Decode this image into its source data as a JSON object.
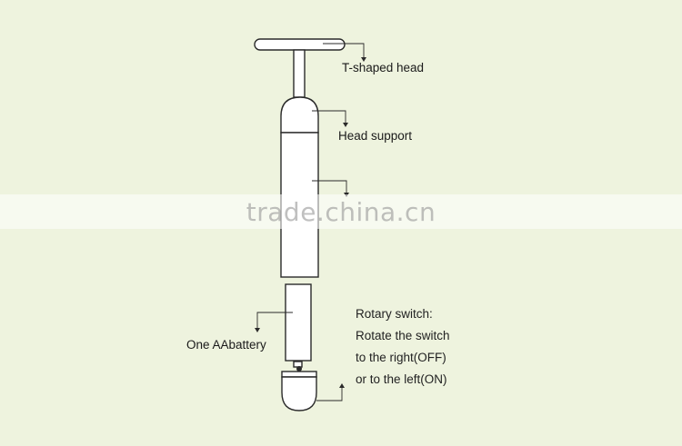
{
  "labels": {
    "t_head": "T-shaped head",
    "head_support": "Head support",
    "battery": "One AAbattery"
  },
  "rotary_switch": {
    "lines": [
      "Rotary switch:",
      "Rotate the switch",
      "to the right(OFF)",
      "or to the left(ON)"
    ]
  },
  "watermark": "trade.china.cn",
  "colors": {
    "background": "#eef3de",
    "line": "#2a2a2a",
    "fill": "#ffffff"
  }
}
